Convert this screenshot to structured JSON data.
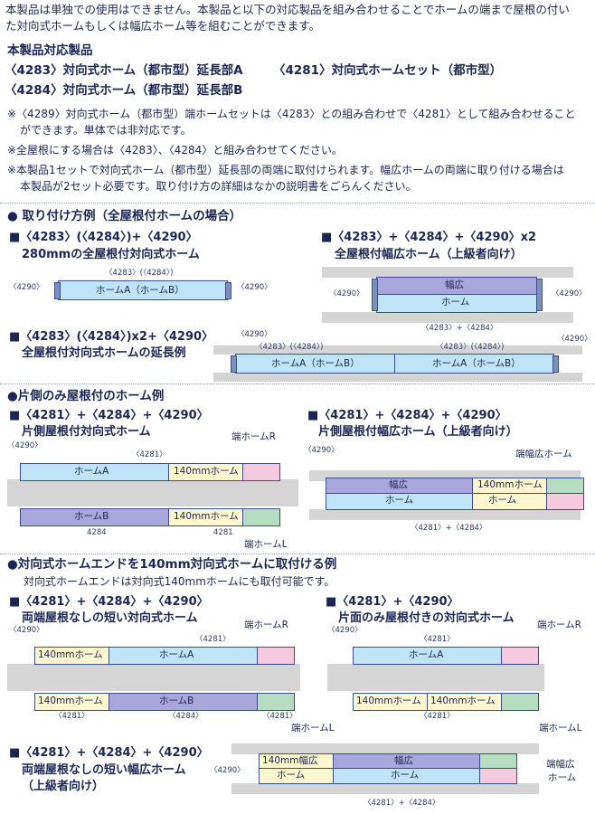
{
  "intro": {
    "line1": "本製品は単独での使用はできません。本製品と以下の対応製品を組み合わせることでホームの端まで屋根の付い",
    "line2": "た対向式ホームもしくは幅広ホーム等を組むことができます。"
  },
  "compat": {
    "heading": "本製品対応製品",
    "item_a": "〈4283〉対向式ホーム（都市型）延長部A",
    "item_set": "〈4281〉対向式ホームセット（都市型）",
    "item_b": "〈4284〉対向式ホーム（都市型）延長部B"
  },
  "notes": {
    "n1a": "※〈4289〉対向式ホーム（都市型）端ホームセットは〈4283〉との組み合わせで〈4281〉として組み合わせること",
    "n1b": "ができます。単体では非対応です。",
    "n2": "※全屋根にする場合は〈4283〉、〈4284〉と組み合わせてください。",
    "n3a": "※本製品1セットで対向式ホーム（都市型）延長部の両端に取付けられます。幅広ホームの両端に取り付ける場合は",
    "n3b": "本製品が2セット必要です。取り付け方の詳細はなかの説明書をごらんください。"
  },
  "sections": {
    "s1": "● 取り付け方例（全屋根付ホームの場合）",
    "s2": "●片側のみ屋根付のホーム例",
    "s3": "●対向式ホームエンドを140mm対向式ホームに取付ける例",
    "s3_sub": "対向式ホームエンドは対向式140mmホームにも取付可能です。"
  },
  "ex": {
    "e1_title1": "■〈4283〉(〈4284〉)+〈4290〉",
    "e1_title2": "280mmの全屋根付対向式ホーム",
    "e2_title1": "■〈4283〉+〈4284〉+〈4290〉x2",
    "e2_title2": "全屋根付幅広ホーム（上級者向け）",
    "e3_title1": "■〈4283〉(〈4284〉)x2+〈4290〉",
    "e3_title2": "全屋根付対向式ホームの延長例",
    "e4_title1": "■〈4281〉+〈4284〉+〈4290〉",
    "e4_title2": "片側屋根付対向式ホーム",
    "e5_title1": "■〈4281〉+〈4284〉+〈4290〉",
    "e5_title2": "片側屋根付幅広ホーム（上級者向け）",
    "e6_title1": "■〈4281〉+〈4284〉+〈4290〉",
    "e6_title2": "両端屋根なしの短い対向式ホーム",
    "e7_title1": "■〈4281〉+〈4290〉",
    "e7_title2": "片面のみ屋根付きの対向式ホーム",
    "e8_title1": "■〈4281〉+〈4284〉+〈4290〉",
    "e8_title2": "両端屋根なしの短い幅広ホーム",
    "e8_title3": "（上級者向け）"
  },
  "labels": {
    "p4290": "〈4290〉",
    "p4283_4284": "〈4283〉(〈4284〉)",
    "p4283p4284": "〈4283〉+〈4284〉",
    "p4281": "〈4281〉",
    "p4284": "〈4284〉",
    "p4281p4284": "〈4281〉+〈4284〉",
    "p4284_plain": "4284",
    "p4281_plain": "4281",
    "homeA_B": "ホームA（ホームB）",
    "homeA": "ホームA",
    "homeB": "ホームB",
    "home": "ホーム",
    "wide": "幅広",
    "h140": "140mmホーム",
    "h140wide": "140mm幅広",
    "endR": "端ホームR",
    "endL": "端ホームL",
    "endWide": "端幅広ホーム",
    "endWide2a": "端幅広",
    "endWide2b": "ホーム"
  },
  "colors": {
    "light_blue": "#bfe3f7",
    "purple": "#a9a6dc",
    "pink": "#f6c9df",
    "green": "#b6ddc0",
    "cream": "#fdf6cf",
    "rail": "#d5d5d5",
    "edge": "#3b4f8f"
  }
}
